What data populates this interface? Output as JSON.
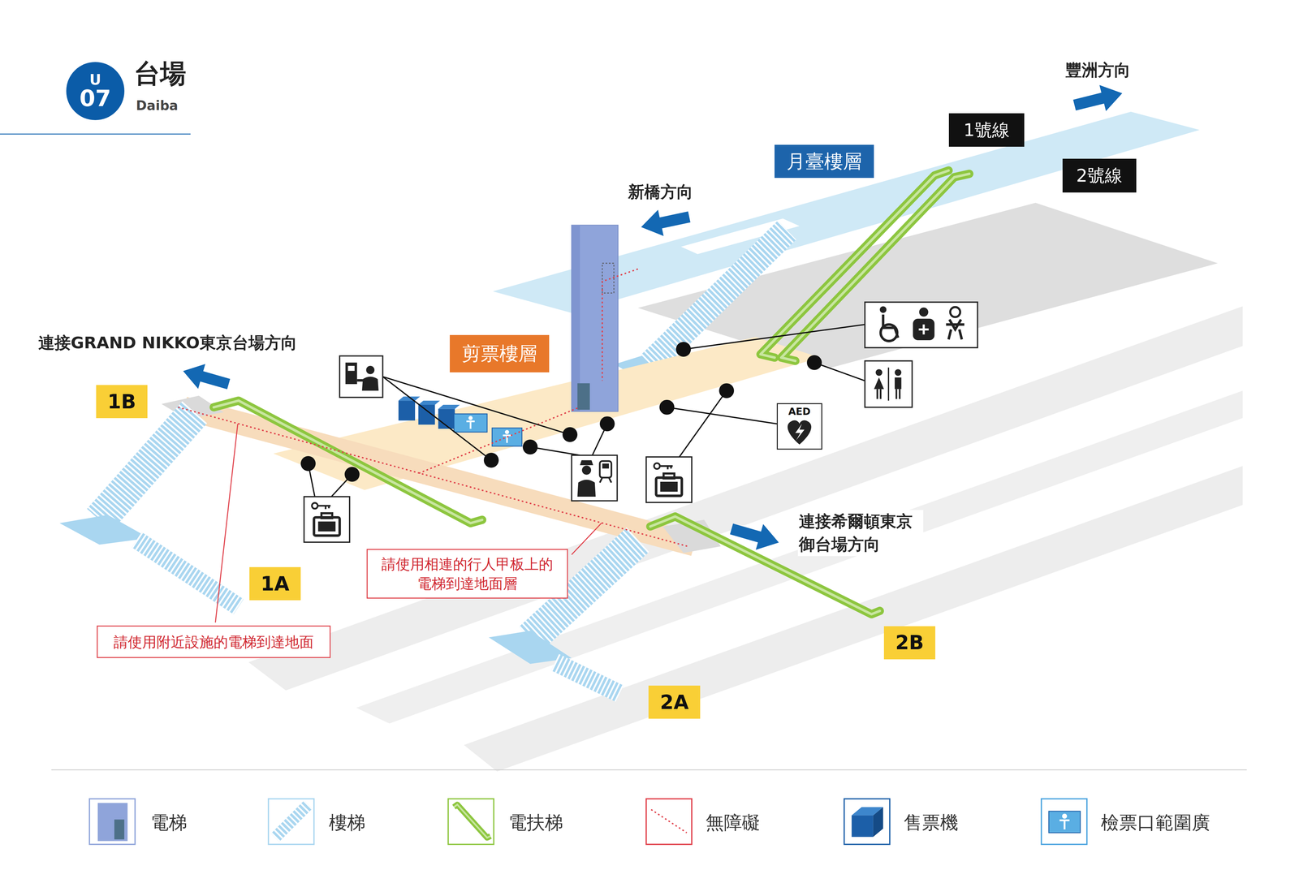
{
  "diagram": {
    "title": "台場",
    "nodes": [
      {
        "text": [
          "U",
          "07"
        ]
      },
      {
        "text": [
          "1號線"
        ]
      },
      {
        "text": [
          "2號線"
        ]
      },
      {
        "text": [
          "月臺樓層"
        ]
      },
      {
        "text": [
          "剪票樓層"
        ]
      },
      {
        "text": [
          "1B"
        ]
      },
      {
        "text": [
          "1A"
        ]
      },
      {
        "text": [
          "2A"
        ]
      },
      {
        "text": [
          "2B"
        ]
      },
      {
        "text": [
          "請使用相連的行人甲板上的 電梯到達地面層"
        ]
      },
      {
        "text": [
          "請使用附近設施的電梯到達地面"
        ]
      },
      {
        "text": [
          "AED"
        ]
      }
    ],
    "labels": [
      "Daiba",
      "豐洲方向",
      "新橋方向",
      "連接GRAND NIKKO東京台場方向",
      "連接希爾頓東京 御台場方向"
    ],
    "legend": [
      {
        "text": "電梯"
      },
      {
        "text": "樓梯"
      },
      {
        "text": "電扶梯"
      },
      {
        "text": "無障礙"
      },
      {
        "text": "售票機"
      },
      {
        "text": "檢票口範圍廣"
      }
    ]
  }
}
